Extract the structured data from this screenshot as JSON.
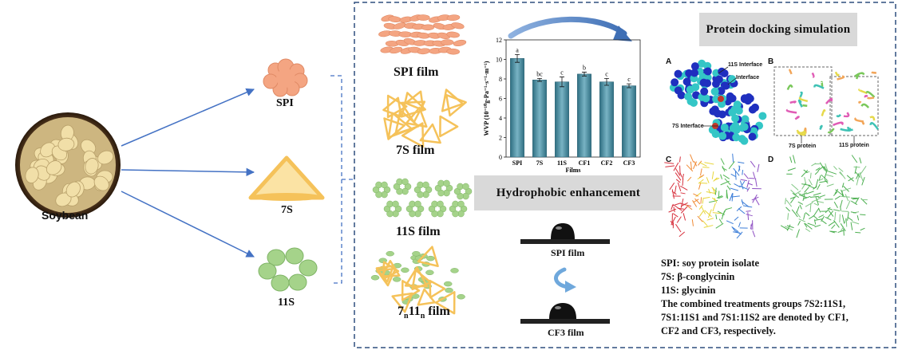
{
  "source": {
    "label": "Soybean"
  },
  "fractions": {
    "spi": "SPI",
    "s7": "7S",
    "s11": "11S"
  },
  "films": {
    "spi": "SPI film",
    "s7": "7S film",
    "s11": "11S film",
    "mix_prefix": "7",
    "mix_sub1": "n",
    "mix_mid": "11",
    "mix_sub2": "n",
    "mix_suffix": " film"
  },
  "boxes": {
    "docking": "Protein docking simulation",
    "hydrophobic": "Hydrophobic enhancement"
  },
  "droplets": {
    "top": "SPI film",
    "bottom": "CF3 film"
  },
  "docking": {
    "panel_a": "A",
    "panel_b": "B",
    "panel_c": "C",
    "panel_d": "D",
    "interface_11s": "11S Interface",
    "interface": "Interface",
    "interface_7s": "7S Interface",
    "protein_7s": "7S protein",
    "protein_11s": "11S protein"
  },
  "notes": [
    "SPI: soy protein isolate",
    "7S: β-conglycinin",
    "11S: glycinin",
    "The combined treatments groups 7S2:11S1,",
    "7S1:11S1 and 7S1:11S2 are denoted by CF1,",
    "CF2 and CF3, respectively."
  ],
  "colors": {
    "spi": "#f4a582",
    "s7": "#f5c25a",
    "s11": "#a5d38a",
    "arrow": "#4472c4",
    "bar": "#4a90a4",
    "gray_box": "#d9d9d9",
    "frame": "#2f4f7f"
  },
  "chart_data": {
    "type": "bar",
    "categories": [
      "SPI",
      "7S",
      "11S",
      "CF1",
      "CF2",
      "CF3"
    ],
    "values": [
      10.1,
      7.9,
      7.7,
      8.5,
      7.7,
      7.3
    ],
    "errors": [
      0.4,
      0.15,
      0.5,
      0.2,
      0.35,
      0.2
    ],
    "letters": [
      "a",
      "bc",
      "c",
      "b",
      "c",
      "c"
    ],
    "xlabel": "Films",
    "ylabel": "WVP (10⁻¹⁰g·Pa⁻¹·s⁻¹·m⁻¹)",
    "yticks": [
      0,
      2,
      4,
      6,
      8,
      10,
      12
    ],
    "ylim": [
      0,
      12
    ]
  }
}
